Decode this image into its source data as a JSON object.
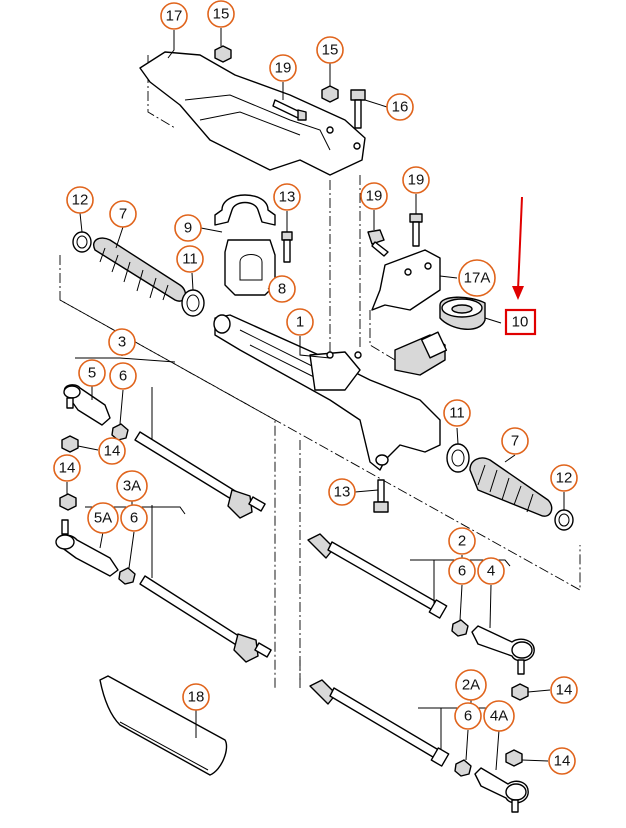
{
  "callouts": {
    "c17": "17",
    "c15a": "15",
    "c15b": "15",
    "c19a": "19",
    "c16": "16",
    "c12a": "12",
    "c7a": "7",
    "c13a": "13",
    "c9": "9",
    "c19b": "19",
    "c19c": "19",
    "c11a": "11",
    "c8": "8",
    "c17a": "17A",
    "c10": "10",
    "c1": "1",
    "c3": "3",
    "c5": "5",
    "c6a": "6",
    "c14a": "14",
    "c11b": "11",
    "c7b": "7",
    "c14b": "14",
    "c3a": "3A",
    "c12b": "12",
    "c5a": "5A",
    "c6b": "6",
    "c13b": "13",
    "c2": "2",
    "c6c": "6",
    "c4": "4",
    "c14c": "14",
    "c18": "18",
    "c2a": "2A",
    "c6d": "6",
    "c4a": "4A",
    "c14d": "14"
  },
  "highlight": {
    "part": "10",
    "color": "#e00000"
  },
  "accent_color": "#e0641c"
}
